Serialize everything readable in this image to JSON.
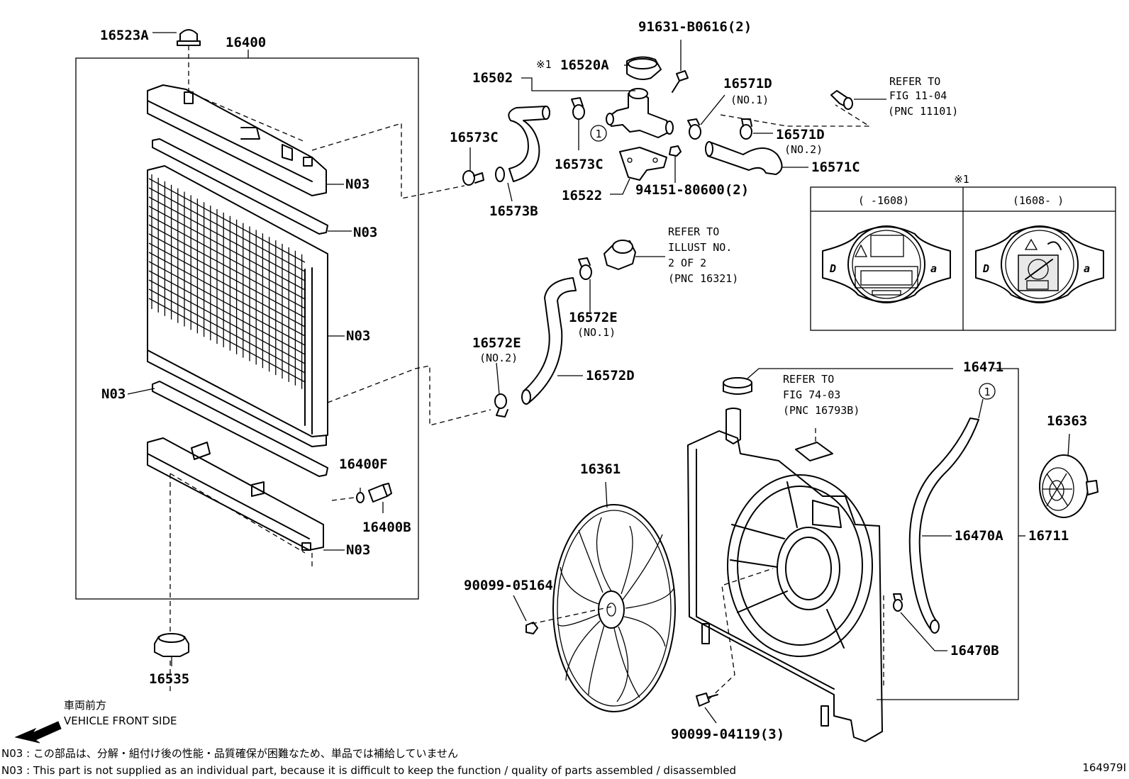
{
  "labels": {
    "p16523A": "16523A",
    "p16400": "16400",
    "n03_a": "N03",
    "n03_b": "N03",
    "n03_c": "N03",
    "n03_d": "N03",
    "n03_e": "N03",
    "p16400F": "16400F",
    "p16400B": "16400B",
    "p16535": "16535",
    "p16502": "16502",
    "p16520A": "16520A",
    "note_mark": "※1",
    "p91631": "91631-B0616(2)",
    "p16571D_1": "16571D",
    "no1_a": "(NO.1)",
    "p16571D_2": "16571D",
    "no2_a": "(NO.2)",
    "p16571C": "16571C",
    "p16573C_1": "16573C",
    "p16573C_2": "16573C",
    "p16573B": "16573B",
    "p16522": "16522",
    "p94151": "94151-80600(2)",
    "ref1_1": "REFER TO",
    "ref1_2": "FIG 11-04",
    "ref1_3": "(PNC 11101)",
    "ref2_1": "REFER TO",
    "ref2_2": "ILLUST NO.",
    "ref2_3": "2 OF 2",
    "ref2_4": "(PNC 16321)",
    "p16572E_1": "16572E",
    "no1_b": "(NO.1)",
    "p16572E_2": "16572E",
    "no2_b": "(NO.2)",
    "p16572D": "16572D",
    "ref3_1": "REFER TO",
    "ref3_2": "FIG 74-03",
    "ref3_3": "(PNC 16793B)",
    "p16471": "16471",
    "p16363": "16363",
    "p16361": "16361",
    "p90099_05164": "90099-05164",
    "p16470A": "16470A",
    "p16711": "16711",
    "p16470B": "16470B",
    "p90099_04119": "90099-04119(3)",
    "circle1_a": "1",
    "circle1_b": "1"
  },
  "inset": {
    "mark": "※1",
    "col_left": "(      -1608)",
    "col_right": "(1608-      )"
  },
  "direction": {
    "jp": "車両前方",
    "en": "VEHICLE FRONT SIDE"
  },
  "notes": {
    "jp": "N03 : この部品は、分解・組付け後の性能・品質確保が困難なため、単品では補給していません",
    "en": "N03 : This part is not supplied as an individual part, because it is difficult to keep the function / quality of parts assembled / disassembled"
  },
  "figure_id": "164979I"
}
